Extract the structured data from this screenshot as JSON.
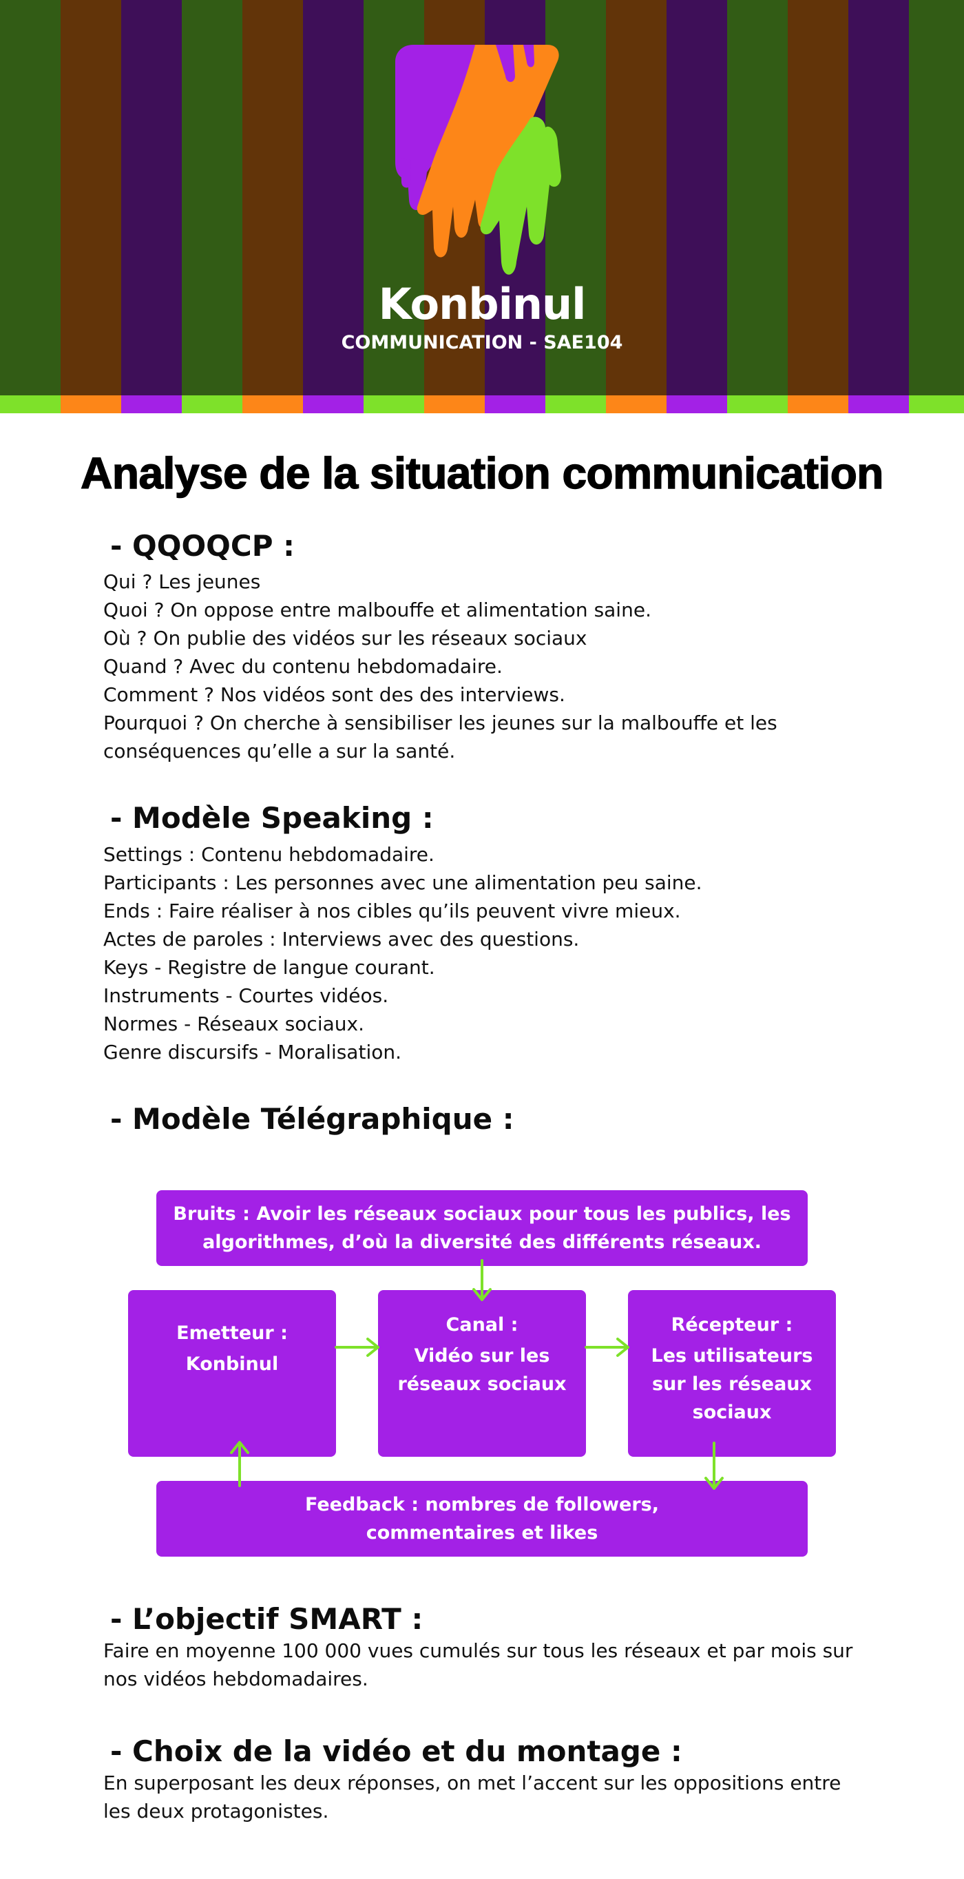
{
  "header": {
    "brand": "Konbinul",
    "subtitle": "COMMUNICATION - SAE104",
    "colors": {
      "stripe_green": "#325c15",
      "stripe_brown": "#623409",
      "stripe_purple": "#3e0f58",
      "accent_green": "#7ee12a",
      "accent_orange": "#fd8618",
      "accent_purple": "#a321e6"
    }
  },
  "title": "Analyse de la situation communication",
  "qqoqcp": {
    "heading": "- QQOQCP :",
    "lines": [
      "Qui ? Les jeunes",
      "Quoi ? On oppose entre malbouffe et alimentation saine.",
      "Où ? On publie des vidéos sur les réseaux sociaux",
      "Quand ? Avec du contenu hebdomadaire.",
      "Comment ? Nos vidéos sont des des interviews.",
      "Pourquoi ? On cherche à sensibiliser les jeunes sur la malbouffe et les",
      "conséquences qu’elle a sur la santé."
    ]
  },
  "speaking": {
    "heading": "- Modèle Speaking :",
    "lines": [
      "Settings : Contenu hebdomadaire.",
      "Participants : Les personnes avec une alimentation peu saine.",
      "Ends : Faire réaliser à nos cibles qu’ils peuvent vivre mieux.",
      "Actes de paroles : Interviews avec des questions.",
      "Keys - Registre de langue courant.",
      "Instruments - Courtes vidéos.",
      "Normes - Réseaux sociaux.",
      "Genre discursifs - Moralisation."
    ]
  },
  "telegraphique": {
    "heading": "- Modèle Télégraphique :",
    "bruits": [
      "Bruits : Avoir les réseaux sociaux pour tous les publics, les",
      "algorithmes, d’où la diversité des différents réseaux."
    ],
    "emetteur": [
      "Emetteur :",
      "Konbinul"
    ],
    "canal": [
      "Canal :",
      "Vidéo sur les",
      "réseaux sociaux"
    ],
    "recepteur": [
      "Récepteur :",
      "Les utilisateurs",
      "sur les réseaux",
      "sociaux"
    ],
    "feedback": [
      "Feedback : nombres de followers,",
      "commentaires et likes"
    ]
  },
  "smart": {
    "heading": "- L’objectif SMART :",
    "lines": [
      "Faire en moyenne 100 000 vues cumulés sur tous les réseaux et par mois sur",
      "nos vidéos hebdomadaires."
    ]
  },
  "video": {
    "heading": "- Choix de la vidéo et du montage :",
    "lines": [
      "En superposant les deux réponses, on met l’accent sur les oppositions entre",
      "les deux protagonistes."
    ]
  }
}
